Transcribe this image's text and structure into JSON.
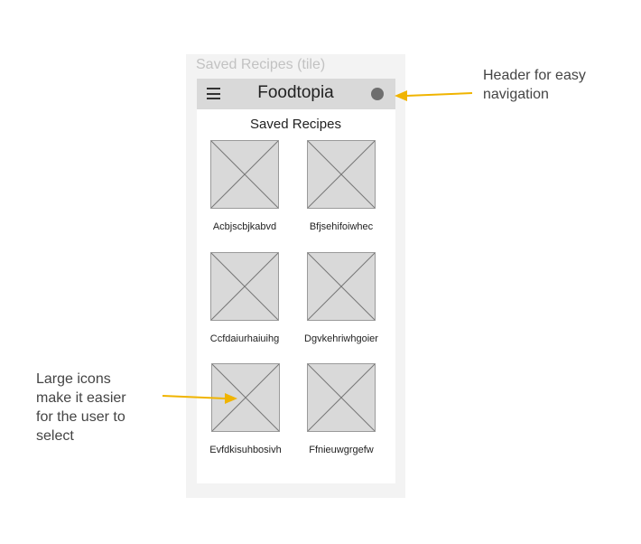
{
  "frame_label": "Saved Recipes (tile)",
  "header": {
    "menu_icon": "hamburger-menu-icon",
    "app_name": "Foodtopia",
    "avatar_icon": "profile-avatar-icon"
  },
  "section_title": "Saved Recipes",
  "recipes": [
    {
      "label": "Acbjscbjkabvd",
      "image_icon": "image-placeholder-icon"
    },
    {
      "label": "Bfjsehifoiwhec",
      "image_icon": "image-placeholder-icon"
    },
    {
      "label": "Ccfdaiurhaiuihg",
      "image_icon": "image-placeholder-icon"
    },
    {
      "label": "Dgvkehriwhgoier",
      "image_icon": "image-placeholder-icon"
    },
    {
      "label": "Evfdkisuhbosivh",
      "image_icon": "image-placeholder-icon"
    },
    {
      "label": "Ffnieuwgrgefw",
      "image_icon": "image-placeholder-icon"
    }
  ],
  "annotations": {
    "header": {
      "line1": "Header for easy",
      "line2": "navigation"
    },
    "icons": {
      "line1": "Large icons",
      "line2": "make it easier",
      "line3": "for the user to",
      "line4": "select"
    }
  },
  "colors": {
    "arrow": "#f0b400",
    "header_bg": "#d9d9d9",
    "tile_bg": "#d9d9d9",
    "frame_bg": "#f3f3f3"
  }
}
